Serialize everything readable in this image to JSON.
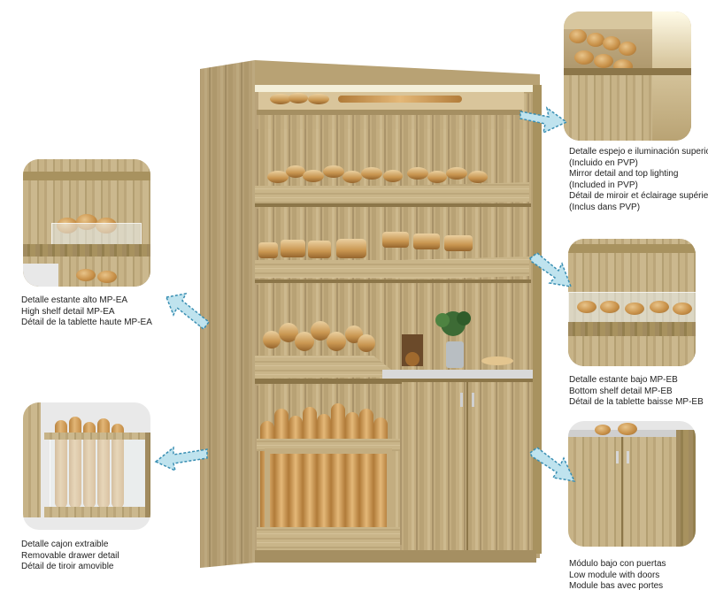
{
  "captions": {
    "top_right": [
      "Detalle espejo e iluminación superior",
      "(Incluido en PVP)",
      "Mirror detail and top lighting",
      "(Included in PVP)",
      "Détail de miroir et éclairage supérieur",
      "(Inclus dans PVP)"
    ],
    "left_high_shelf": [
      "Detalle estante alto MP-EA",
      "High shelf detail MP-EA",
      "Détail de la tablette haute MP-EA"
    ],
    "right_low_shelf": [
      "Detalle estante bajo MP-EB",
      "Bottom shelf detail MP-EB",
      "Détail de la tablette baisse MP-EB"
    ],
    "left_drawer": [
      "Detalle cajon extraible",
      "Removable drawer detail",
      "Détail de tiroir amovible"
    ],
    "right_low_module": [
      "Módulo bajo con puertas",
      "Low module with doors",
      "Module bas avec portes"
    ]
  },
  "colors": {
    "wood_light": "#c7b387",
    "wood_mid": "#a99266",
    "arrow_fill": "#bfe3ee",
    "arrow_stroke": "#3a8fb3",
    "counter_top": "#d9d9d9"
  },
  "icons": {
    "arrow": "pointer-arrow-icon"
  }
}
